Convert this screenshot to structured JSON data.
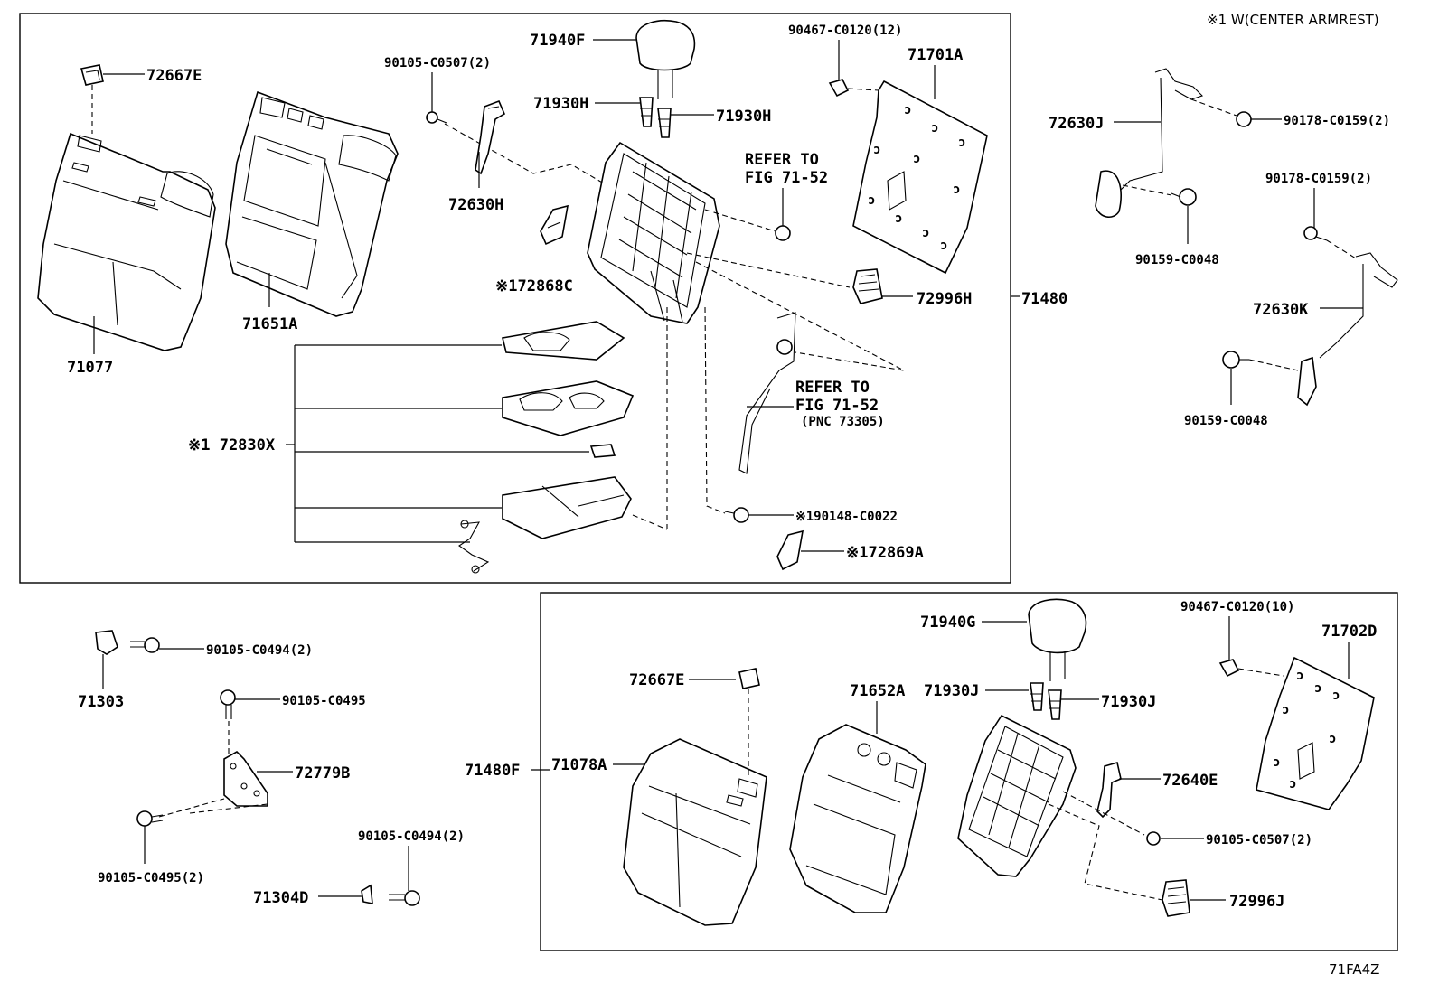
{
  "note": "※1 W(CENTER ARMREST)",
  "diagram_code": "71FA4Z",
  "labels": {
    "l71940F": "71940F",
    "l90467_12": "90467-C0120(12)",
    "l71701A": "71701A",
    "l72667E_a": "72667E",
    "l90105_0507_a": "90105-C0507(2)",
    "l71930H_a": "71930H",
    "l71930H_b": "71930H",
    "l72630H": "72630H",
    "lRefer1a": "REFER TO",
    "lRefer1b": "FIG 71-52",
    "l72868C": "※172868C",
    "l72996H": "72996H",
    "l71480": "71480",
    "l71077": "71077",
    "l71651A": "71651A",
    "l72830X": "※1 72830X",
    "lRefer2a": "REFER TO",
    "lRefer2b": "FIG 71-52",
    "lRefer2c": "(PNC 73305)",
    "l90148": "※190148-C0022",
    "l72869A": "※172869A",
    "l72630J": "72630J",
    "l90178_a": "90178-C0159(2)",
    "l90159_a": "90159-C0048",
    "l90178_b": "90178-C0159(2)",
    "l72630K": "72630K",
    "l90159_b": "90159-C0048",
    "l71303": "71303",
    "l90105_0494_a": "90105-C0494(2)",
    "l90105_0495": "90105-C0495",
    "l72779B": "72779B",
    "l90105_0495_2": "90105-C0495(2)",
    "l90105_0494_b": "90105-C0494(2)",
    "l71304D": "71304D",
    "l71940G": "71940G",
    "l90467_10": "90467-C0120(10)",
    "l71702D": "71702D",
    "l72667E_b": "72667E",
    "l71652A": "71652A",
    "l71930J_a": "71930J",
    "l71930J_b": "71930J",
    "l71480F": "71480F",
    "l71078A": "71078A",
    "l72640E": "72640E",
    "l90105_0507_b": "90105-C0507(2)",
    "l72996J": "72996J"
  }
}
